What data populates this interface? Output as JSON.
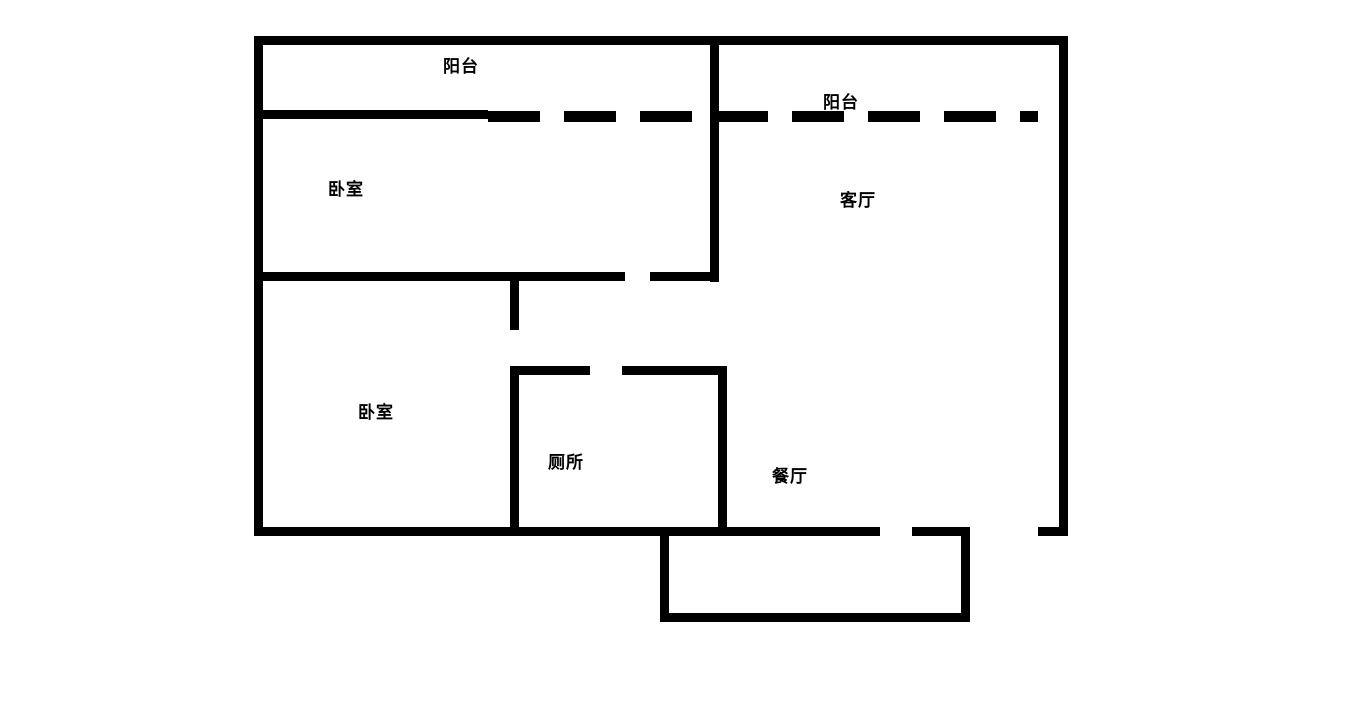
{
  "diagram": {
    "type": "floor-plan",
    "description": "Apartment floor plan with two balconies, two bedrooms, living room, dining room, toilet and entry porch"
  },
  "rooms": [
    {
      "id": "balcony-left",
      "label": "阳台"
    },
    {
      "id": "balcony-right",
      "label": "阳台"
    },
    {
      "id": "bedroom-top",
      "label": "卧室"
    },
    {
      "id": "living-room",
      "label": "客厅"
    },
    {
      "id": "bedroom-bottom",
      "label": "卧室"
    },
    {
      "id": "toilet",
      "label": "厕所"
    },
    {
      "id": "dining-room",
      "label": "餐厅"
    }
  ],
  "colors": {
    "wall": "#000000",
    "background": "#ffffff",
    "text": "#000000"
  }
}
